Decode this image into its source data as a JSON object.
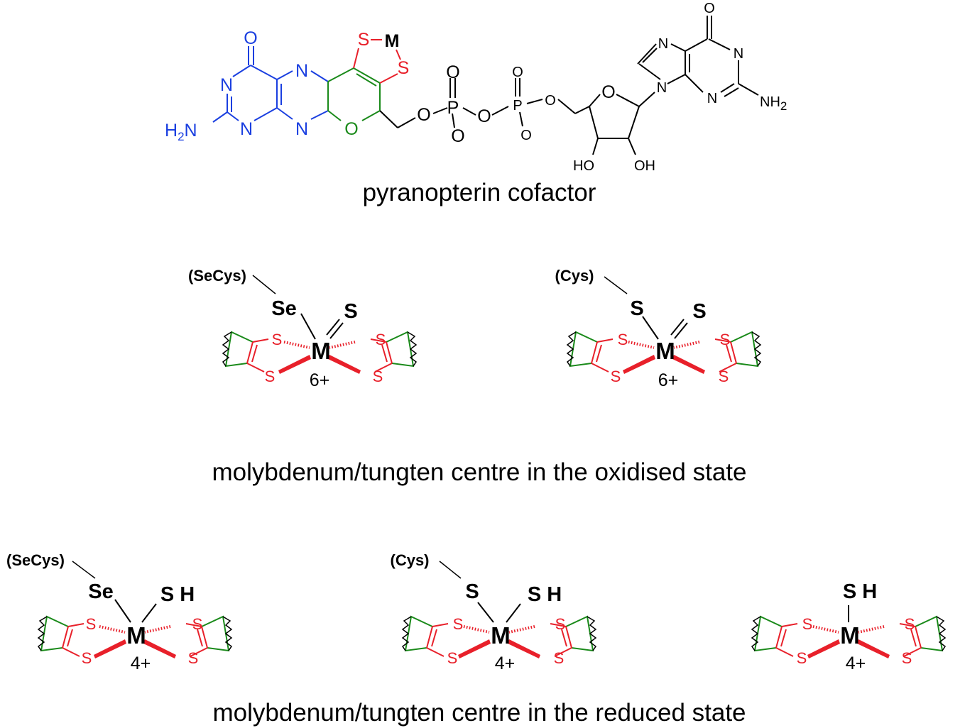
{
  "colors": {
    "pterin": "#1a3fe0",
    "dithiolene": "#e8202a",
    "pyran": "#1a8a1a",
    "black": "#000000"
  },
  "cofactor": {
    "caption": "pyranopterin cofactor",
    "atoms": {
      "o_keto": "O",
      "n_top": "N",
      "n_left": "N",
      "n_bottom": "N",
      "n_bottom2": "N",
      "nh2": "H2N",
      "o_pyran": "O",
      "s_top": "S",
      "m": "M",
      "s_right": "S",
      "o_link": "O",
      "p1": "P",
      "o_p1_top": "O",
      "o_p1_bot": "O",
      "o_bridge": "O",
      "p2": "P",
      "o_p2_top": "O",
      "o_p2_bot": "O",
      "o_p2_right": "O",
      "o_ribose": "O",
      "ho": "HO",
      "oh": "OH",
      "g_n7": "N",
      "g_n9": "N",
      "g_o6": "O",
      "g_n1": "N",
      "g_n3": "N",
      "g_nh2": "NH2"
    }
  },
  "oxidised": {
    "caption": "molybdenum/tungten centre in the oxidised state",
    "centres": [
      {
        "ligand": "(SeCys)",
        "donor": "Se",
        "terminal": "S",
        "metal": "M",
        "charge": "6+",
        "ring_s": "S"
      },
      {
        "ligand": "(Cys)",
        "donor": "S",
        "terminal": "S",
        "metal": "M",
        "charge": "6+",
        "ring_s": "S"
      }
    ]
  },
  "reduced": {
    "caption": "molybdenum/tungten centre in the reduced state",
    "centres": [
      {
        "ligand": "(SeCys)",
        "donor": "Se",
        "terminal": "S H",
        "metal": "M",
        "charge": "4+",
        "ring_s": "S"
      },
      {
        "ligand": "(Cys)",
        "donor": "S",
        "terminal": "S H",
        "metal": "M",
        "charge": "4+",
        "ring_s": "S"
      },
      {
        "terminal": "S H",
        "metal": "M",
        "charge": "4+",
        "ring_s": "S"
      }
    ]
  }
}
